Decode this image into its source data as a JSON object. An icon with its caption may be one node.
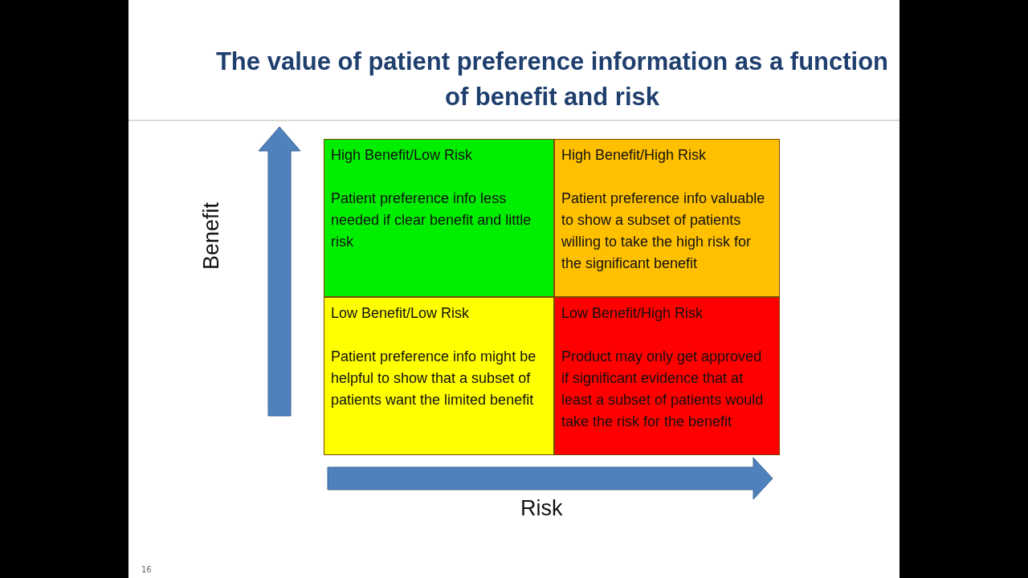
{
  "diagram": {
    "title": "The value of patient preference information as a function of benefit and risk",
    "nodes": [
      {
        "text": [
          "High Benefit/Low Risk",
          "Patient preference info less needed if clear benefit and little risk"
        ]
      },
      {
        "text": [
          "High Benefit/High Risk",
          "Patient preference info valuable to show a subset of patients willing to take the high risk for the significant benefit"
        ]
      },
      {
        "text": [
          "Low Benefit/Low Risk",
          "Patient preference info might be helpful to show that a subset of patients want the limited benefit"
        ]
      },
      {
        "text": [
          "Low Benefit/High Risk",
          "Product may only get approved if significant evidence that at least a subset of patients would take the risk for the benefit"
        ]
      }
    ],
    "labels": [
      "Benefit",
      "Risk",
      "16"
    ]
  }
}
